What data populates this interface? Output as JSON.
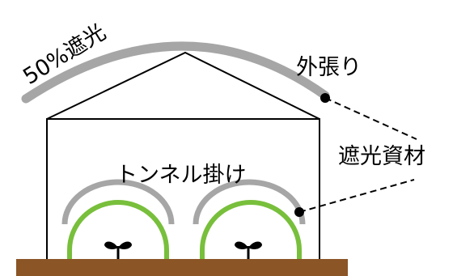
{
  "labels": {
    "shade_50": "50%遮光",
    "external_cover": "外張り",
    "shading_material": "遮光資材",
    "tunnel_cover": "トンネル掛け"
  },
  "colors": {
    "shade_arc": "#a6a6a6",
    "tunnel_arc": "#78bf3c",
    "outline": "#000000",
    "ground": "#8b5526",
    "seedling": "#000000",
    "leader": "#000000"
  },
  "icons": {
    "seedling": "sprout-icon",
    "leader_dot": "leader-dot-icon"
  }
}
